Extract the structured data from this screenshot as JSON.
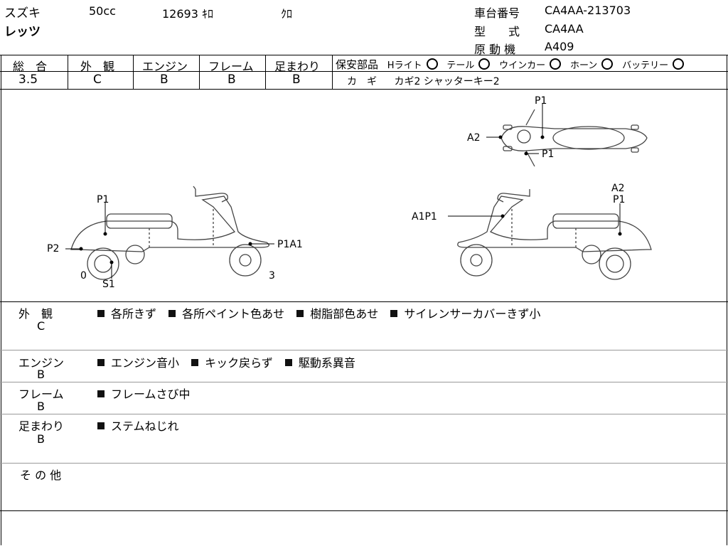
{
  "header": {
    "maker": "スズキ",
    "displacement": "50cc",
    "mileage": "12693 ｷﾛ",
    "color": "ｸﾛ",
    "model_name": "レッツ",
    "frame_label": "車台番号",
    "frame_value": "CA4AA-213703",
    "type_label": "型　　式",
    "type_value": "CA4AA",
    "engine_label": "原 動 機",
    "engine_value": "A409"
  },
  "grades": [
    {
      "label": "総　合",
      "value": "3.5"
    },
    {
      "label": "外　観",
      "value": "C"
    },
    {
      "label": "エンジン",
      "value": "B"
    },
    {
      "label": "フレーム",
      "value": "B"
    },
    {
      "label": "足まわり",
      "value": "B"
    }
  ],
  "safety": {
    "label": "保安部品",
    "items": [
      {
        "name": "Hライト",
        "mark": "○"
      },
      {
        "name": "テール",
        "mark": "○"
      },
      {
        "name": "ウインカー",
        "mark": "○"
      },
      {
        "name": "ホーン",
        "mark": "○"
      },
      {
        "name": "バッテリー",
        "mark": "○"
      }
    ],
    "key_label": "カ　ギ",
    "key_value": "カギ2 シャッターキー2"
  },
  "diagram": {
    "labels": {
      "left_p1": "P1",
      "left_p2": "P2",
      "left_p1a1": "P1A1",
      "left_0": "0",
      "left_s1": "S1",
      "left_3": "3",
      "top_p1a": "P1",
      "top_a2": "A2",
      "top_p1b": "P1",
      "right_a1p1": "A1P1",
      "right_a2": "A2",
      "right_p1": "P1"
    }
  },
  "notes": [
    {
      "category": "外　観",
      "grade": "C",
      "items": [
        "各所きず",
        "各所ペイント色あせ",
        "樹脂部色あせ",
        "サイレンサーカバーきず小"
      ]
    },
    {
      "category": "エンジン",
      "grade": "B",
      "items": [
        "エンジン音小",
        "キック戻らず",
        "駆動系異音"
      ]
    },
    {
      "category": "フレーム",
      "grade": "B",
      "items": [
        "フレームさび中"
      ]
    },
    {
      "category": "足まわり",
      "grade": "B",
      "items": [
        "ステムねじれ"
      ]
    },
    {
      "category": "そ の 他",
      "grade": "",
      "items": []
    }
  ]
}
